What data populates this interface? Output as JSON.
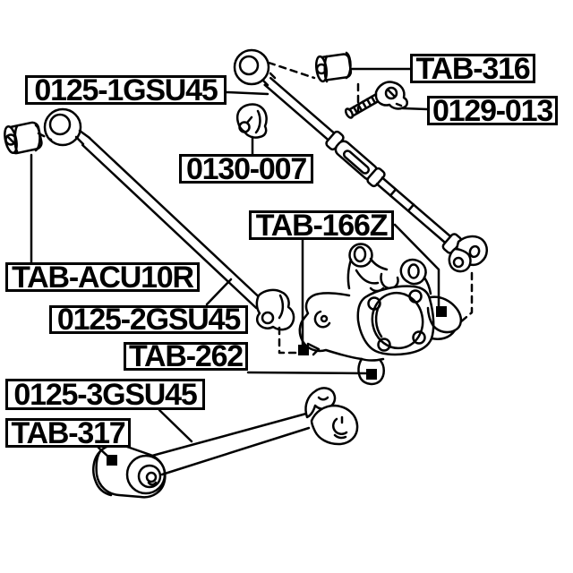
{
  "diagram": {
    "type": "exploded-parts-diagram",
    "subject": "rear suspension arms and knuckle line art",
    "colors": {
      "background": "#ffffff",
      "line": "#000000",
      "label_text": "#000000",
      "marker": "#000000"
    },
    "labels": [
      {
        "id": "0125-1GSU45",
        "text": "0125-1GSU45"
      },
      {
        "id": "TAB-316",
        "text": "TAB-316"
      },
      {
        "id": "0129-013",
        "text": "0129-013"
      },
      {
        "id": "0130-007",
        "text": "0130-007"
      },
      {
        "id": "TAB-ACU10R",
        "text": "TAB-ACU10R"
      },
      {
        "id": "TAB-166Z",
        "text": "TAB-166Z"
      },
      {
        "id": "0125-2GSU45",
        "text": "0125-2GSU45"
      },
      {
        "id": "TAB-262",
        "text": "TAB-262"
      },
      {
        "id": "0125-3GSU45",
        "text": "0125-3GSU45"
      },
      {
        "id": "TAB-317",
        "text": "TAB-317"
      }
    ],
    "markers": [
      {
        "icon": "attachment-point-marker",
        "at": "knuckle-left-bushing"
      },
      {
        "icon": "attachment-point-marker",
        "at": "knuckle-right-bushing"
      },
      {
        "icon": "attachment-point-marker",
        "at": "knuckle-bottom-bushing"
      },
      {
        "icon": "attachment-point-marker",
        "at": "trailing-arm-front-bushing"
      }
    ]
  }
}
